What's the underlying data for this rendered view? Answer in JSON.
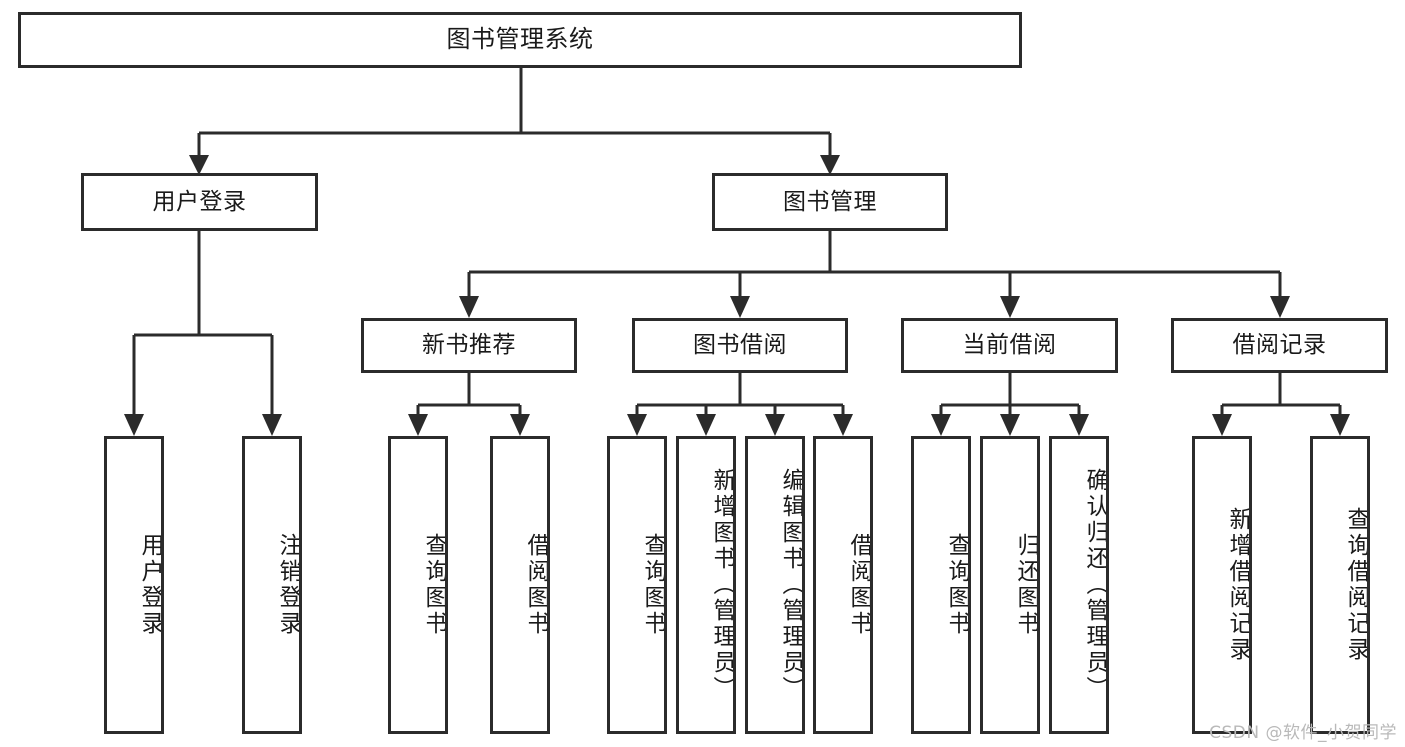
{
  "diagram": {
    "title": "图书管理系统",
    "type": "tree",
    "watermark": "CSDN @软件_小贺同学",
    "colors": {
      "stroke": "#2b2b2b",
      "fill": "#ffffff",
      "text": "#1a1a1a",
      "watermark": "#b9b9b9"
    },
    "root": {
      "label": "图书管理系统"
    },
    "level2": [
      {
        "label": "用户登录"
      },
      {
        "label": "图书管理"
      }
    ],
    "level3": [
      {
        "label": "新书推荐"
      },
      {
        "label": "图书借阅"
      },
      {
        "label": "当前借阅"
      },
      {
        "label": "借阅记录"
      }
    ],
    "leaves": {
      "user_login": [
        {
          "label": "用户登录"
        },
        {
          "label": "注销登录"
        }
      ],
      "new_book": [
        {
          "label": "查询图书"
        },
        {
          "label": "借阅图书"
        }
      ],
      "borrow": [
        {
          "label": "查询图书"
        },
        {
          "label": "新增图书（管理员）"
        },
        {
          "label": "编辑图书（管理员）"
        },
        {
          "label": "借阅图书"
        }
      ],
      "current": [
        {
          "label": "查询图书"
        },
        {
          "label": "归还图书"
        },
        {
          "label": "确认归还（管理员）"
        }
      ],
      "records": [
        {
          "label": "新增借阅记录"
        },
        {
          "label": "查询借阅记录"
        }
      ]
    }
  }
}
